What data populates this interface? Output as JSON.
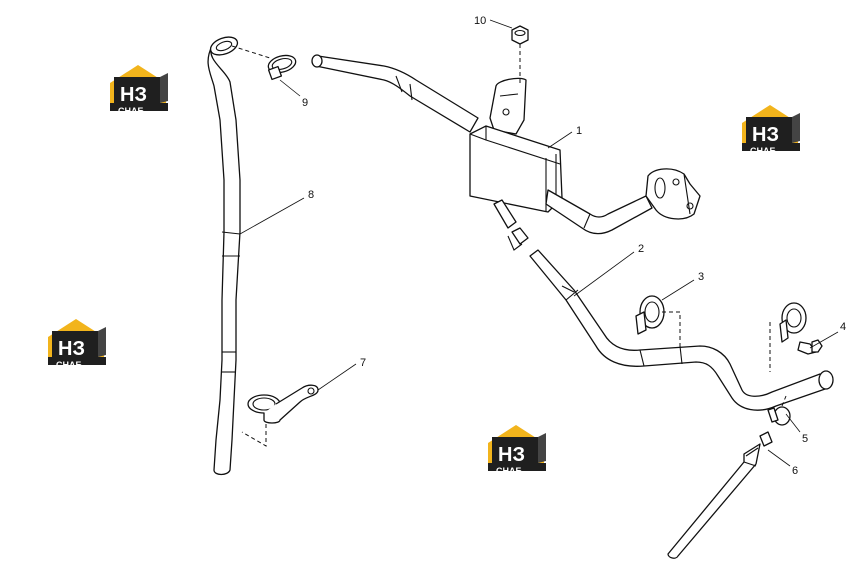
{
  "callouts": [
    {
      "id": "1",
      "label": "1"
    },
    {
      "id": "2",
      "label": "2"
    },
    {
      "id": "3",
      "label": "3"
    },
    {
      "id": "4",
      "label": "4"
    },
    {
      "id": "5",
      "label": "5"
    },
    {
      "id": "6",
      "label": "6"
    },
    {
      "id": "7",
      "label": "7"
    },
    {
      "id": "8",
      "label": "8"
    },
    {
      "id": "9",
      "label": "9"
    },
    {
      "id": "10",
      "label": "10"
    }
  ],
  "watermark": {
    "letters": "НЗ",
    "caption": "СНАБ",
    "colors": {
      "roof": "#f2b41c",
      "box": "#1f1f1f",
      "letters": "#ffffff"
    }
  }
}
